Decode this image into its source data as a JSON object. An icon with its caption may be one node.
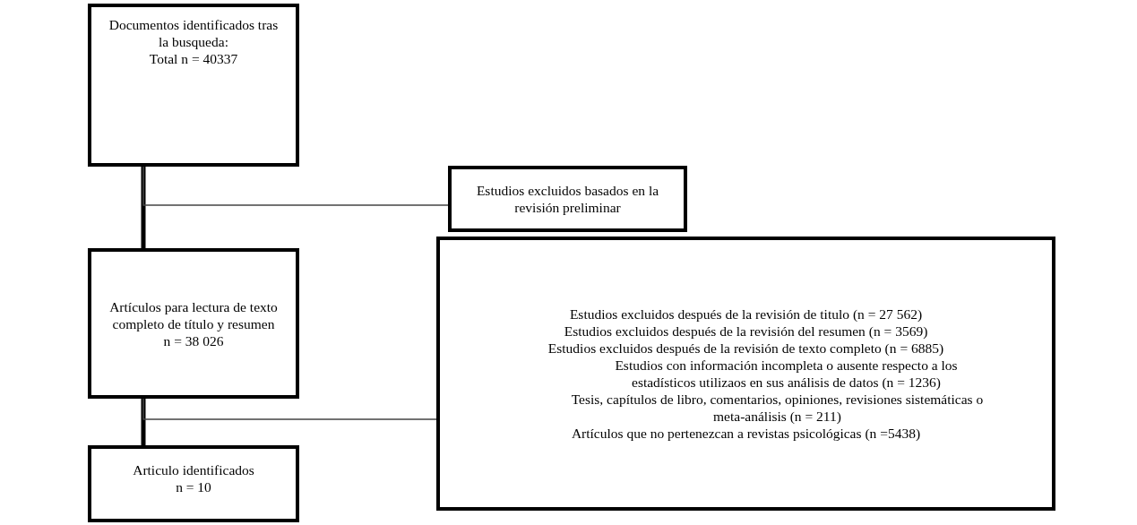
{
  "diagram": {
    "nodes": [
      {
        "text": [
          "Documentos identificados tras la busqueda:",
          "Total n = 40337"
        ]
      },
      {
        "text": [
          "Estudios excluidos basados en la revisión preliminar"
        ]
      },
      {
        "text": [
          "Artículos para lectura de texto completo de título y resumen",
          "n = 38 026"
        ]
      },
      {
        "text": [
          "Estudios excluidos después de la revisión de titulo (n = 27 562)",
          "Estudios excluidos después de la revisión del resumen (n = 3569)",
          "Estudios excluidos después de la revisión de texto completo (n = 6885)",
          "Estudios con información incompleta o ausente respecto a los estadísticos utilizaos en sus análisis de datos (n = 1236)",
          "Tesis, capítulos de libro, comentarios, opiniones, revisiones sistemáticas o meta-análisis (n = 211)",
          "Artículos que no pertenezcan a revistas psicológicas (n =5438)"
        ]
      },
      {
        "text": [
          "Articulo identificados",
          "n = 10"
        ]
      }
    ],
    "edges": [
      {
        "from": 0,
        "to": 2,
        "arrow": "none",
        "style": "thick"
      },
      {
        "from": 0,
        "to": 1,
        "arrow": "none"
      },
      {
        "from": 2,
        "to": 4,
        "arrow": "none",
        "style": "thick"
      },
      {
        "from": 2,
        "to": 3,
        "arrow": "none"
      }
    ]
  }
}
